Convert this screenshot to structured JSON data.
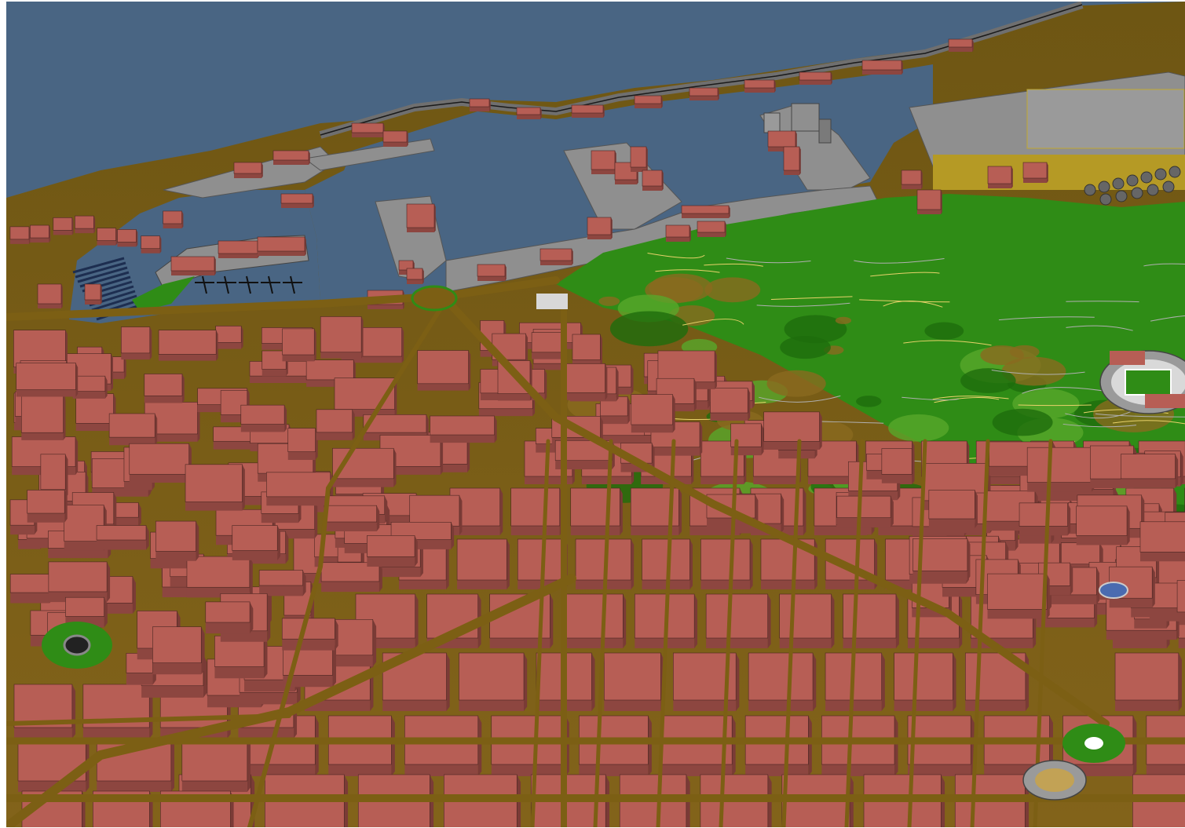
{
  "scene": {
    "colors": {
      "sea": "#496583",
      "road": "#7c5f14",
      "building": "#b75e55",
      "building_side": "#8d4640",
      "building_top_light": "#c46b61",
      "park_green": "#2f8c16",
      "park_light": "#58a82b",
      "park_brown": "#8a6a1f",
      "quay": "#8f8f8f",
      "quay_dark": "#6f6f6f",
      "sand": "#b59a25",
      "water_pool": "#4a6bb0",
      "white": "#e9e9e9"
    },
    "layers": [
      "sea",
      "port-quays",
      "marina",
      "city-grid",
      "old-town",
      "park",
      "stadium",
      "bullring",
      "roundabouts"
    ]
  }
}
